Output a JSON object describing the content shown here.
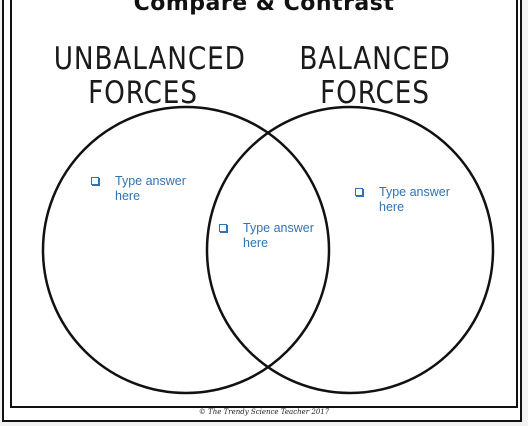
{
  "title": "Compare & Contrast",
  "circles": {
    "left_label": "UNBALANCED FORCES",
    "right_label": "BALANCED FORCES"
  },
  "answers": {
    "left": "Type answer here",
    "middle": "Type answer here",
    "right": "Type answer here"
  },
  "footer": "© The Trendy Science Teacher 2017",
  "colors": {
    "answer_text": "#2e74b5",
    "outline": "#111111"
  }
}
